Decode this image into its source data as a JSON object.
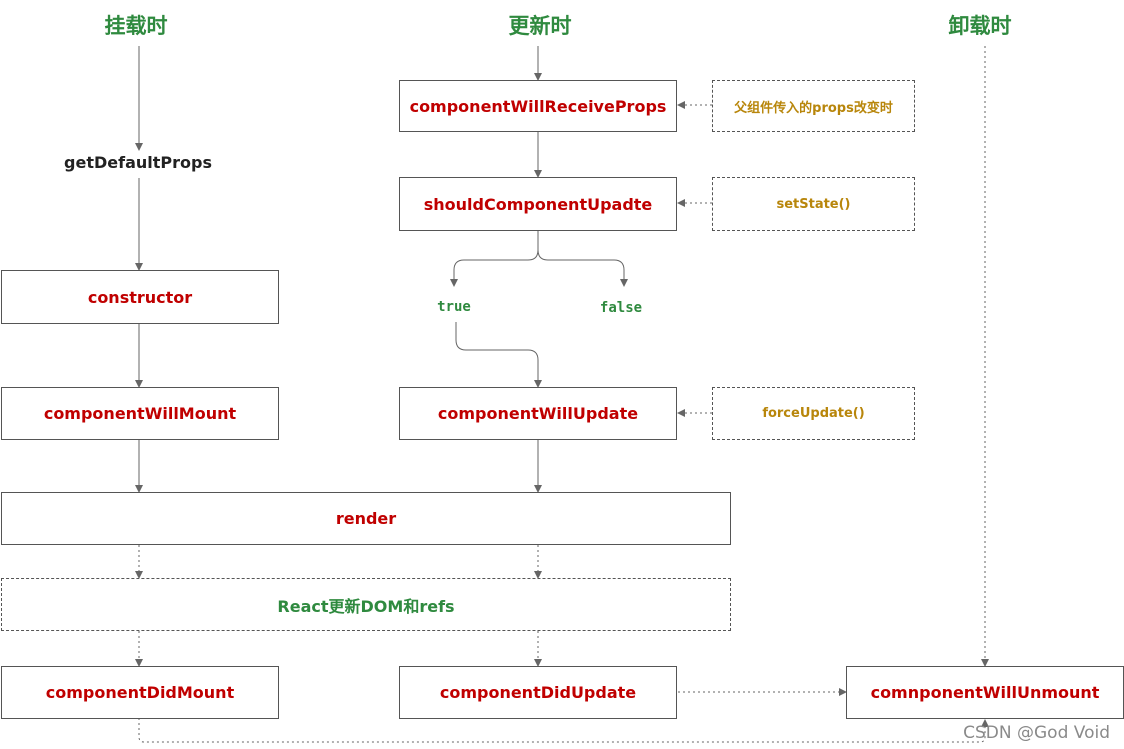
{
  "headers": {
    "mount": "挂载时",
    "update": "更新时",
    "unmount": "卸载时"
  },
  "mount": {
    "get_default_props": "getDefaultProps",
    "constructor": "constructor",
    "will_mount": "componentWillMount",
    "did_mount": "componentDidMount"
  },
  "update": {
    "will_receive_props": "componentWillReceiveProps",
    "should_update": "shouldComponentUpadte",
    "branch_true": "true",
    "branch_false": "false",
    "will_update": "componentWillUpdate",
    "did_update": "componentDidUpdate"
  },
  "triggers": {
    "props_change": "父组件传入的props改变时",
    "set_state": "setState()",
    "force_update": "forceUpdate()"
  },
  "shared": {
    "render": "render",
    "react_update": "React更新DOM和refs"
  },
  "unmount": {
    "will_unmount": "comnponentWillUnmount"
  },
  "watermark": "CSDN @God Void",
  "colors": {
    "header_green": "#2f8a3f",
    "method_red": "#c00000",
    "trigger_gold": "#b8860b",
    "line_gray": "#666666"
  }
}
